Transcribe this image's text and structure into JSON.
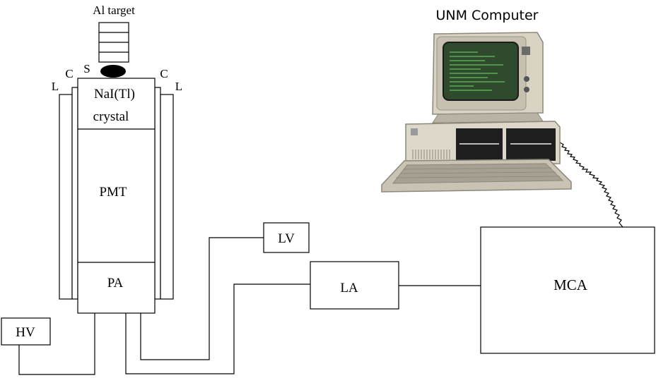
{
  "diagram": {
    "target_label": "Al target",
    "computer_label": "UNM Computer",
    "source_label": "S",
    "collimator_left": "C",
    "collimator_right": "C",
    "lead_left": "L",
    "lead_right": "L",
    "crystal_line1": "NaI(Tl)",
    "crystal_line2": "crystal",
    "pmt_label": "PMT",
    "preamp_label": "PA",
    "hv_label": "HV",
    "lv_label": "LV",
    "la_label": "LA",
    "mca_label": "MCA"
  },
  "colors": {
    "monitor_screen": "#2f4a2c",
    "screen_text": "#7dff7a",
    "computer_case": "#d9d3c4"
  }
}
